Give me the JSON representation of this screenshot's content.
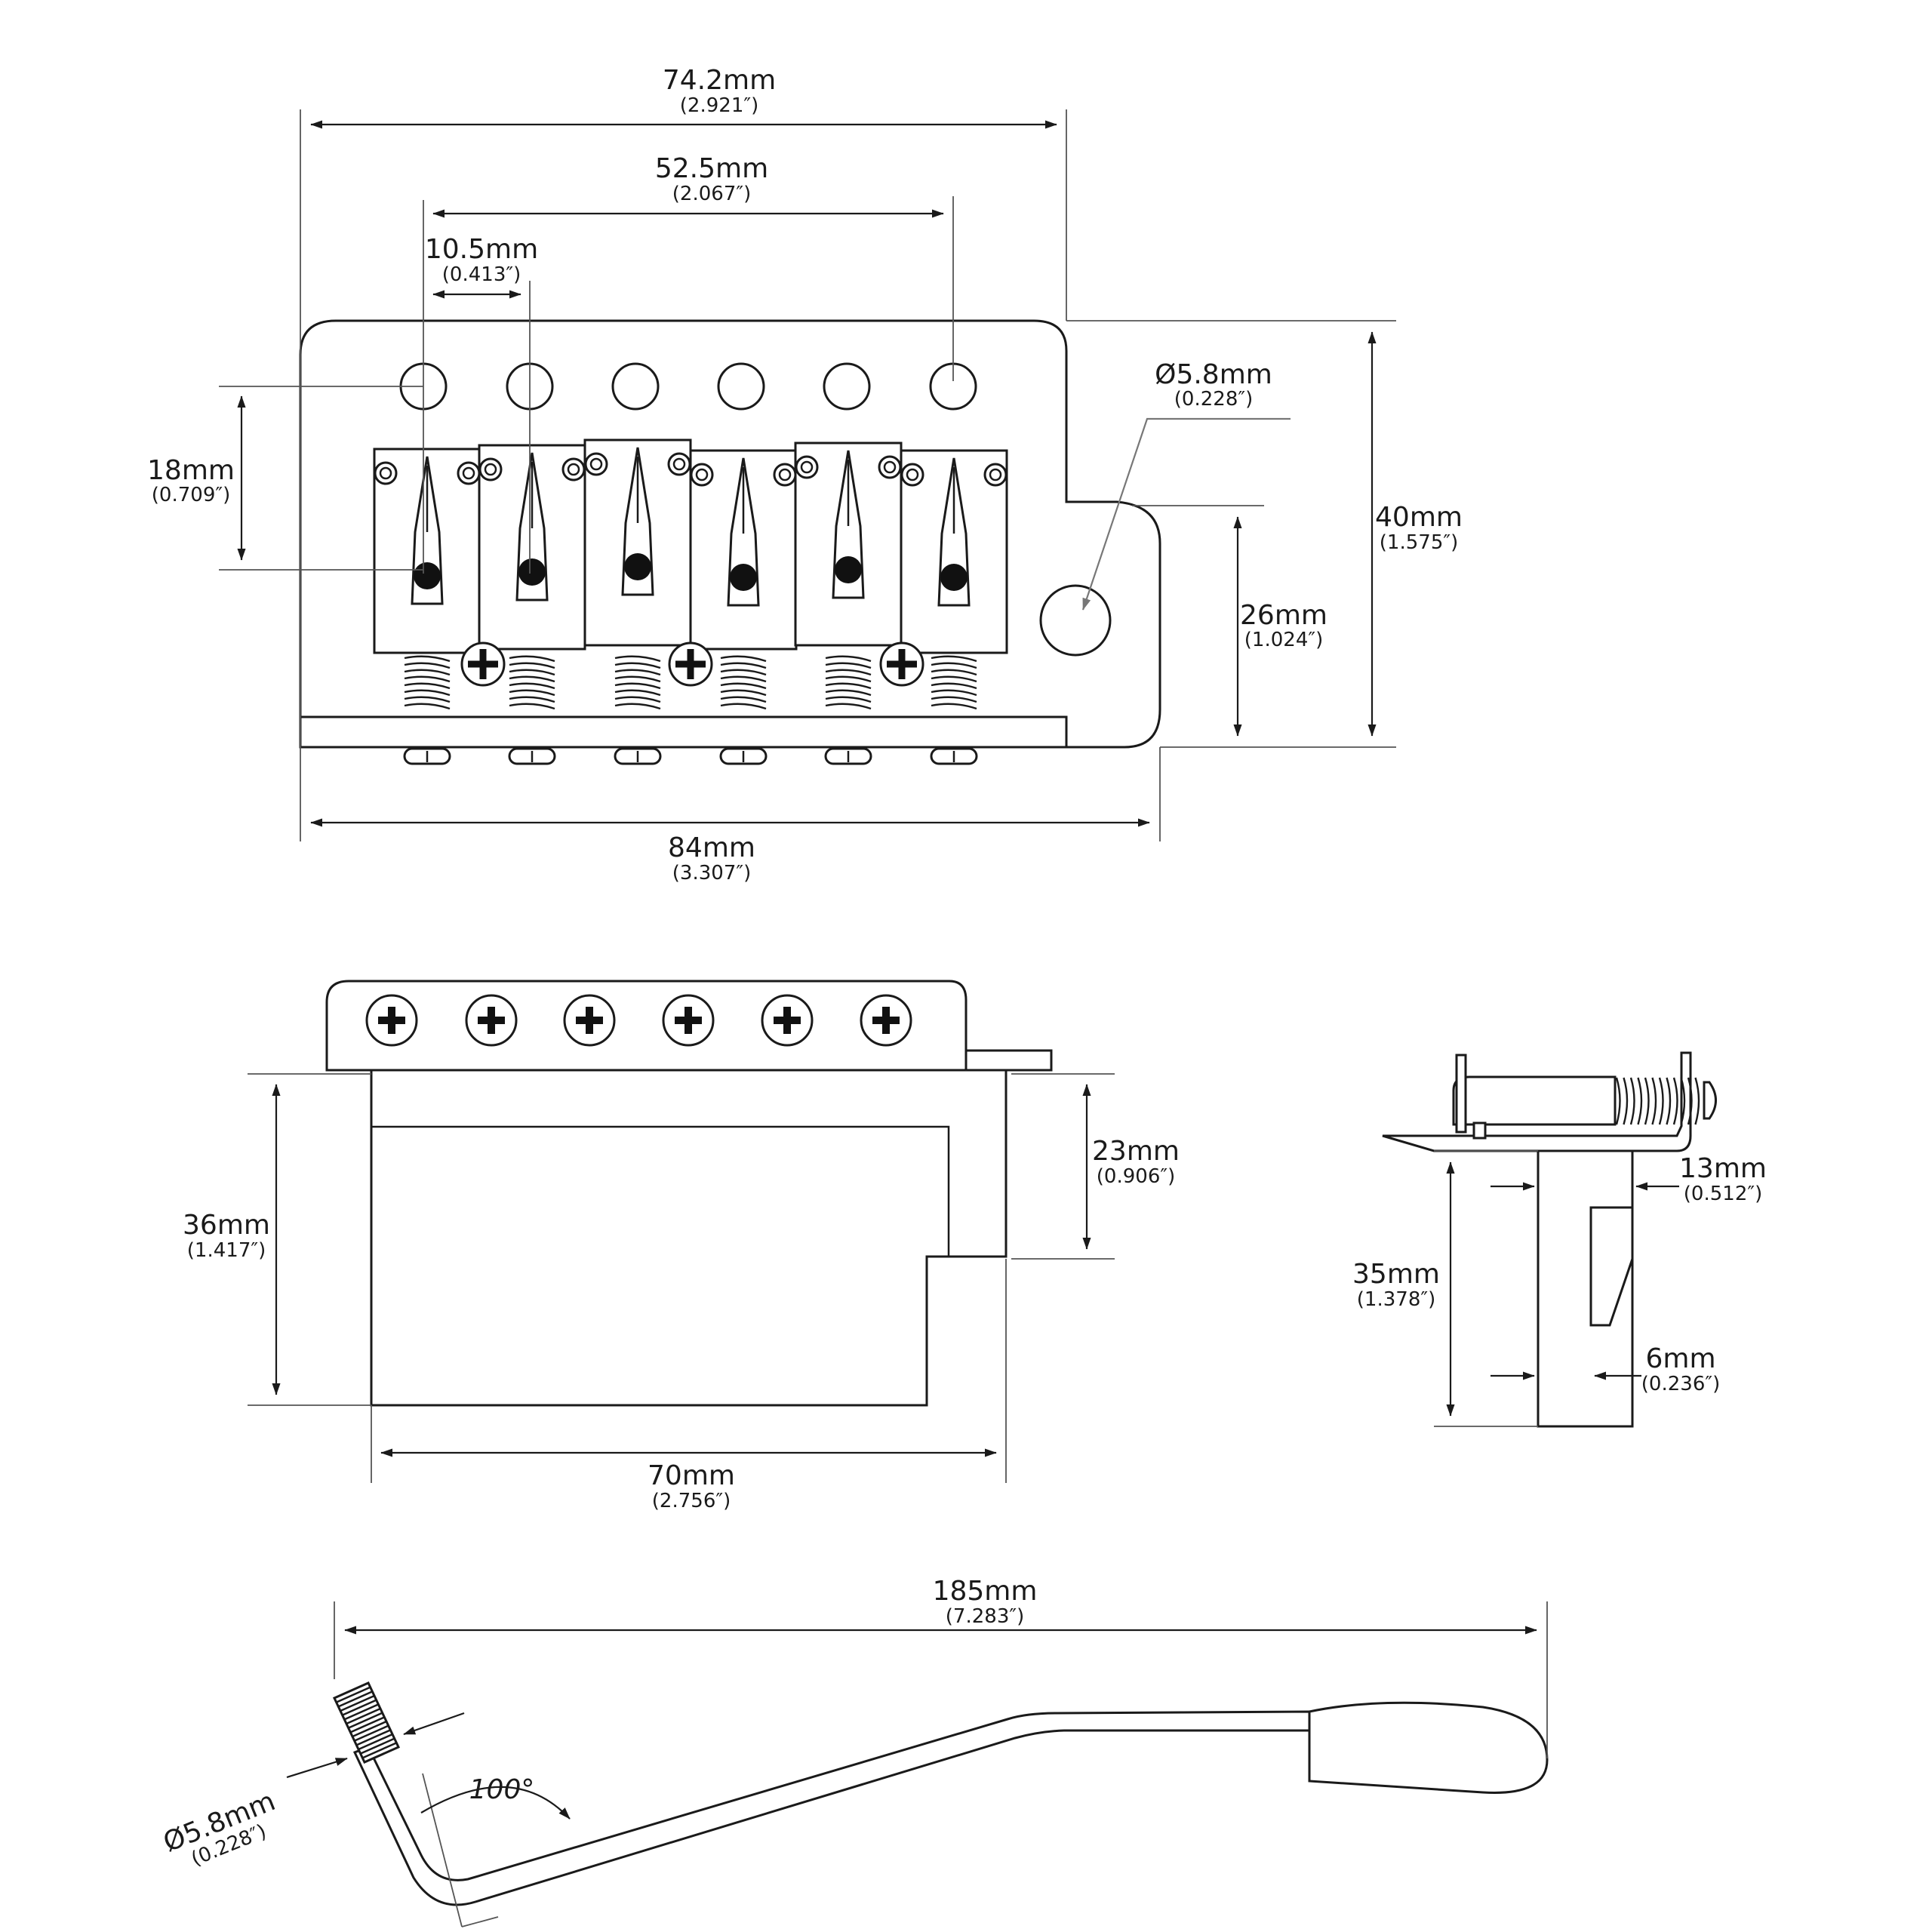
{
  "top_view": {
    "width_outer": {
      "mm": "74.2mm",
      "inch": "(2.921″)"
    },
    "string_spread": {
      "mm": "52.5mm",
      "inch": "(2.067″)"
    },
    "string_spacing": {
      "mm": "10.5mm",
      "inch": "(0.413″)"
    },
    "hole_diameter": {
      "mm": "Ø5.8mm",
      "inch": "(0.228″)"
    },
    "saddle_offset": {
      "mm": "18mm",
      "inch": "(0.709″)"
    },
    "height_total": {
      "mm": "40mm",
      "inch": "(1.575″)"
    },
    "height_tab": {
      "mm": "26mm",
      "inch": "(1.024″)"
    },
    "width_total": {
      "mm": "84mm",
      "inch": "(3.307″)"
    }
  },
  "front_view": {
    "block_height": {
      "mm": "36mm",
      "inch": "(1.417″)"
    },
    "block_upper": {
      "mm": "23mm",
      "inch": "(0.906″)"
    },
    "block_width": {
      "mm": "70mm",
      "inch": "(2.756″)"
    }
  },
  "side_view": {
    "block_depth": {
      "mm": "35mm",
      "inch": "(1.378″)"
    },
    "block_thickness": {
      "mm": "13mm",
      "inch": "(0.512″)"
    },
    "block_lower": {
      "mm": "6mm",
      "inch": "(0.236″)"
    }
  },
  "arm_view": {
    "arm_length": {
      "mm": "185mm",
      "inch": "(7.283″)"
    },
    "thread_diameter": {
      "mm": "Ø5.8mm",
      "inch": "(0.228″)"
    },
    "bend_angle": "100°"
  }
}
